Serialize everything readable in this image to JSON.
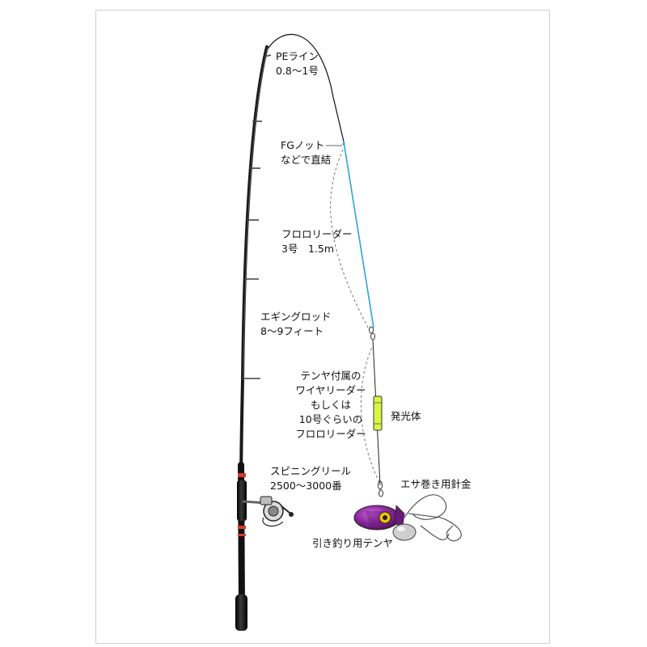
{
  "labels": {
    "pe_line": {
      "line1": "PEライン",
      "line2": "0.8〜1号"
    },
    "knot": {
      "line1": "FGノット",
      "line2": "などで直結"
    },
    "fluoro_leader": {
      "line1": "フロロリーダー",
      "line2": "3号　1.5m"
    },
    "eging_rod": {
      "line1": "エギングロッド",
      "line2": "8〜9フィート"
    },
    "wire_leader": {
      "line1": "テンヤ付属の",
      "line2": "ワイヤリーダー",
      "line3": "もしくは",
      "line4": "10号ぐらいの",
      "line5": "フロロリーダー"
    },
    "glow_body": {
      "line1": "発光体"
    },
    "spinning_reel": {
      "line1": "スピニングリール",
      "line2": "2500〜3000番"
    },
    "bait_wire": {
      "line1": "エサ巻き用針金"
    },
    "tenya": {
      "line1": "引き釣り用テンヤ"
    }
  },
  "colors": {
    "pe_line": "#39a6e0",
    "glow_body": "#d9f542",
    "tenya_head": "#8e2ba0",
    "rod_accent": "#d43a2a",
    "rod": "#1a1a1a"
  }
}
